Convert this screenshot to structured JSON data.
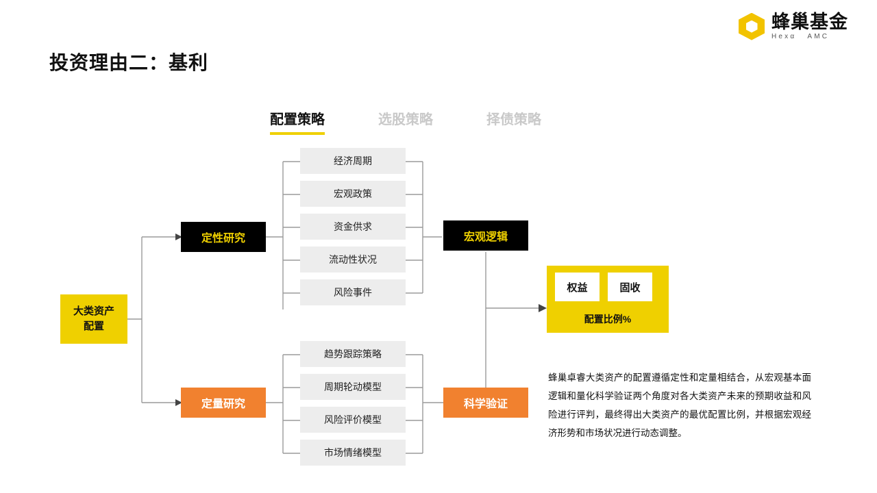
{
  "logo": {
    "name_cn": "蜂巢基金",
    "name_en_left": "Hexα",
    "name_en_right": "AMC",
    "brand_color": "#F2C300",
    "icon": "hexagon-logo-icon"
  },
  "page": {
    "title": "投资理由二：基利"
  },
  "tabs": [
    {
      "label": "配置策略",
      "active": true
    },
    {
      "label": "选股策略",
      "active": false
    },
    {
      "label": "择债策略",
      "active": false
    }
  ],
  "diagram": {
    "source": {
      "label": "大类资产\n配置",
      "line1": "大类资产",
      "line2": "配置",
      "color": "#EFD000"
    },
    "qualitative": {
      "label": "定性研究",
      "color": "#000000",
      "text_color": "#EFD000"
    },
    "quantitative": {
      "label": "定量研究",
      "color": "#F1812F",
      "text_color": "#FFFFFF"
    },
    "qualitative_items": [
      "经济周期",
      "宏观政策",
      "资金供求",
      "流动性状况",
      "风险事件"
    ],
    "quantitative_items": [
      "趋势跟踪策略",
      "周期轮动模型",
      "风险评价模型",
      "市场情绪模型"
    ],
    "macro_logic": {
      "label": "宏观逻辑",
      "color": "#000000",
      "text_color": "#EFD000"
    },
    "science_verify": {
      "label": "科学验证",
      "color": "#F1812F",
      "text_color": "#FFFFFF"
    },
    "result_panel": {
      "chips": [
        "权益",
        "固收"
      ],
      "caption": "配置比例%",
      "color": "#EFD000"
    }
  },
  "description": "蜂巢卓睿大类资产的配置遵循定性和定量相结合，从宏观基本面逻辑和量化科学验证两个角度对各大类资产未来的预期收益和风险进行评判，最终得出大类资产的最优配置比例，并根据宏观经济形势和市场状况进行动态调整。"
}
